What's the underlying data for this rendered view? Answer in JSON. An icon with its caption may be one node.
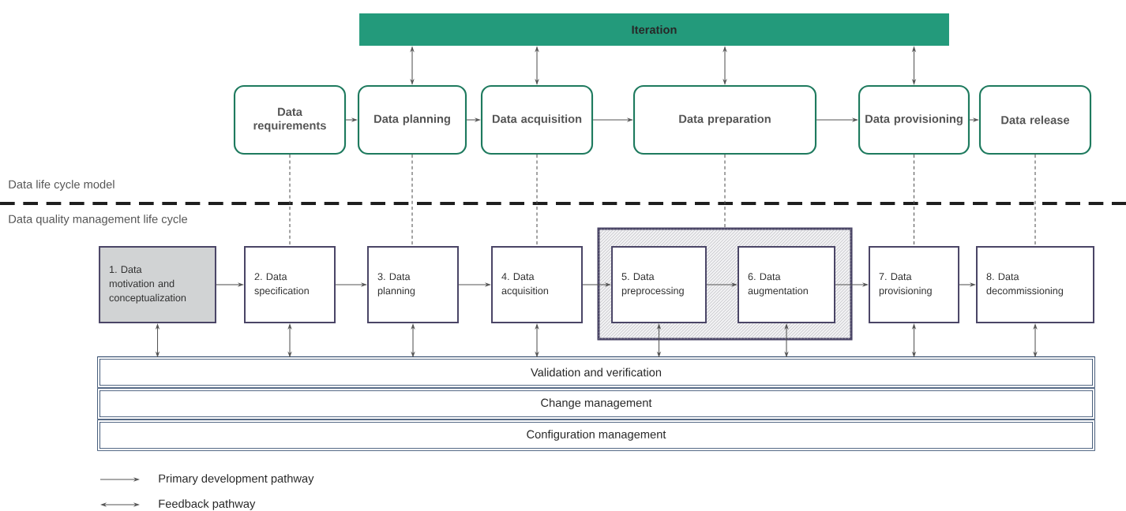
{
  "diagram": {
    "nodes": [
      {
        "text": [
          "Iteration"
        ]
      },
      {
        "text": [
          "Data requirements"
        ]
      },
      {
        "text": [
          "Data planning"
        ]
      },
      {
        "text": [
          "Data acquisition"
        ]
      },
      {
        "text": [
          "Data preparation"
        ]
      },
      {
        "text": [
          "Data provisioning"
        ]
      },
      {
        "text": [
          "Data release"
        ]
      },
      {
        "text": [
          "1. Data motivation and conceptualization"
        ]
      },
      {
        "text": [
          "2. Data specification"
        ]
      },
      {
        "text": [
          "3. Data planning"
        ]
      },
      {
        "text": [
          "4. Data acquisition"
        ]
      },
      {
        "text": [],
        "shape": "box"
      },
      {
        "text": [
          "5. Data preprocessing"
        ],
        "in": 11
      },
      {
        "text": [
          "6. Data augmentation"
        ],
        "in": 11
      },
      {
        "text": [
          "7. Data provisioning"
        ]
      },
      {
        "text": [
          "8. Data decommissioning"
        ]
      },
      {
        "text": [
          "Validation and verification"
        ]
      },
      {
        "text": [
          "Change management"
        ]
      },
      {
        "text": [
          "Configuration management"
        ]
      }
    ],
    "edges": [
      {
        "from": 1,
        "to": 2,
        "arrow": "to"
      },
      {
        "from": 2,
        "to": 3,
        "arrow": "to"
      },
      {
        "from": 3,
        "to": 4,
        "arrow": "to"
      },
      {
        "from": 4,
        "to": 5,
        "arrow": "to"
      },
      {
        "from": 5,
        "to": 6,
        "arrow": "to"
      },
      {
        "from": 0,
        "to": 2,
        "arrow": "both"
      },
      {
        "from": 0,
        "to": 3,
        "arrow": "both"
      },
      {
        "from": 0,
        "to": 4,
        "arrow": "both"
      },
      {
        "from": 0,
        "to": 5,
        "arrow": "both"
      },
      {
        "from": 1,
        "to": 8,
        "arrow": "none",
        "style": "dashed"
      },
      {
        "from": 2,
        "to": 9,
        "arrow": "none",
        "style": "dashed"
      },
      {
        "from": 3,
        "to": 10,
        "arrow": "none",
        "style": "dashed"
      },
      {
        "from": 4,
        "to": 11,
        "arrow": "none",
        "style": "dashed"
      },
      {
        "from": 5,
        "to": 14,
        "arrow": "none",
        "style": "dashed"
      },
      {
        "from": 6,
        "to": 15,
        "arrow": "none",
        "style": "dashed"
      },
      {
        "from": 7,
        "to": 8,
        "arrow": "to"
      },
      {
        "from": 8,
        "to": 9,
        "arrow": "to"
      },
      {
        "from": 9,
        "to": 10,
        "arrow": "to"
      },
      {
        "from": 10,
        "to": 12,
        "arrow": "to"
      },
      {
        "from": 12,
        "to": 13,
        "arrow": "to"
      },
      {
        "from": 13,
        "to": 14,
        "arrow": "to"
      },
      {
        "from": 14,
        "to": 15,
        "arrow": "to"
      },
      {
        "from": 7,
        "to": 16,
        "arrow": "both"
      },
      {
        "from": 8,
        "to": 16,
        "arrow": "both"
      },
      {
        "from": 9,
        "to": 16,
        "arrow": "both"
      },
      {
        "from": 10,
        "to": 16,
        "arrow": "both"
      },
      {
        "from": 12,
        "to": 16,
        "arrow": "both"
      },
      {
        "from": 13,
        "to": 16,
        "arrow": "both"
      },
      {
        "from": 14,
        "to": 16,
        "arrow": "both"
      },
      {
        "from": 15,
        "to": 16,
        "arrow": "both"
      }
    ],
    "labels": [
      "Data life cycle model",
      "Data quality management life cycle"
    ],
    "legend": [
      {
        "text": "Primary development pathway"
      },
      {
        "text": "Feedback pathway"
      }
    ]
  }
}
